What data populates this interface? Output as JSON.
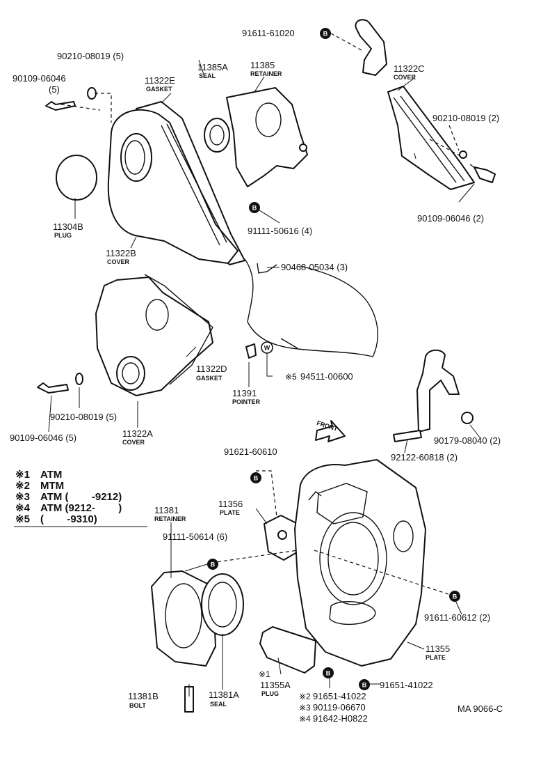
{
  "parts": {
    "p91611_61020": "91611-61020",
    "p90210_08019_5_top": "90210-08019 (5)",
    "p90109_06046_top": "90109-06046",
    "p90109_06046_top_qty": "(5)",
    "p11385A": "11385A",
    "p11385A_sub": "SEAL",
    "p11385": "11385",
    "p11385_sub": "RETAINER",
    "p11322E": "11322E",
    "p11322E_sub": "GASKET",
    "p11322C": "11322C",
    "p11322C_sub": "COVER",
    "p90210_08019_2": "90210-08019 (2)",
    "p90109_06046_2": "90109-06046 (2)",
    "p11304B": "11304B",
    "p11304B_sub": "PLUG",
    "p11322B": "11322B",
    "p11322B_sub": "COVER",
    "p91111_50616": "91111-50616 (4)",
    "p90468_05034": "90468-05034 (3)",
    "p11322D": "11322D",
    "p11322D_sub": "GASKET",
    "p94511_00600": "94511-00600",
    "p11391": "11391",
    "p11391_sub": "POINTER",
    "p90210_08019_5_low": "90210-08019 (5)",
    "p90109_06046_5_low": "90109-06046 (5)",
    "p11322A": "11322A",
    "p11322A_sub": "COVER",
    "front": "FRONT",
    "p92122_60818": "92122-60818 (2)",
    "p90179_08040": "90179-08040 (2)",
    "p91621_60610": "91621-60610",
    "p11356": "11356",
    "p11356_sub": "PLATE",
    "p11381": "11381",
    "p11381_sub": "RETAINER",
    "p91111_50614": "91111-50614 (6)",
    "p91611_60612": "91611-60612 (2)",
    "p11355": "11355",
    "p11355_sub": "PLATE",
    "p11355A": "11355A",
    "p11355A_sub": "PLUG",
    "p91651_41022_right": "91651-41022",
    "p91651_41022_left": "91651-41022",
    "p90119_06670": "90119-06670",
    "p91642_H0822": "91642-H0822",
    "p11381B": "11381B",
    "p11381B_sub": "BOLT",
    "p11381A": "11381A",
    "p11381A_sub": "SEAL"
  },
  "refs": {
    "b": "B",
    "w": "W"
  },
  "marks": {
    "m1": "※1",
    "m2": "※2",
    "m3": "※3",
    "m4": "※4",
    "m5": "※5"
  },
  "notes": {
    "n1": "ATM",
    "n2": "MTM",
    "n3": "ATM (        -9212)",
    "n4": "ATM (9212-        )",
    "n5": "(        -9310)"
  },
  "drawing_code": "MA 9066-C"
}
